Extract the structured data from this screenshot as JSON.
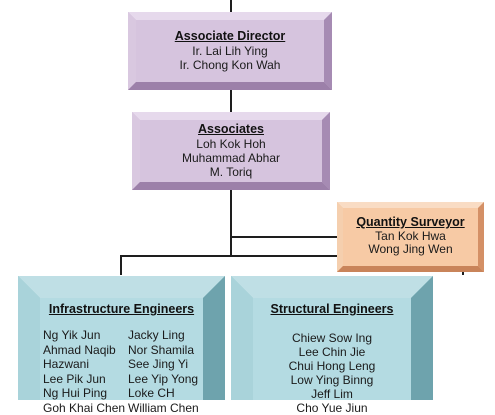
{
  "associate_director": {
    "title": "Associate Director",
    "names": [
      "Ir. Lai Lih Ying",
      "Ir. Chong Kon Wah"
    ]
  },
  "associates": {
    "title": "Associates",
    "names": [
      "Loh Kok Hoh",
      "Muhammad Abhar",
      "M. Toriq"
    ]
  },
  "quantity_surveyor": {
    "title": "Quantity Surveyor",
    "names": [
      "Tan Kok Hwa",
      "Wong Jing Wen"
    ]
  },
  "infrastructure_engineers": {
    "title": "Infrastructure Engineers",
    "col1": [
      "Ng Yik Jun",
      "Ahmad Naqib",
      "Hazwani",
      "Lee Pik Jun",
      "Ng Hui Ping",
      "Goh Khai Chen"
    ],
    "col2": [
      "Jacky Ling",
      "Nor Shamila",
      "See Jing Yi",
      "Lee Yip Yong",
      "Loke CH",
      "William Chen"
    ]
  },
  "structural_engineers": {
    "title": "Structural Engineers",
    "names": [
      "Chiew Sow Ing",
      "Lee Chin Jie",
      "Chui Hong Leng",
      "Low Ying Binng",
      "Jeff Lim",
      "Cho Yue Jiun"
    ]
  },
  "colors": {
    "purple": "#cdb8d6",
    "orange": "#f0bf98",
    "teal": "#8fc3cc",
    "connector": "#1e1e1e"
  }
}
